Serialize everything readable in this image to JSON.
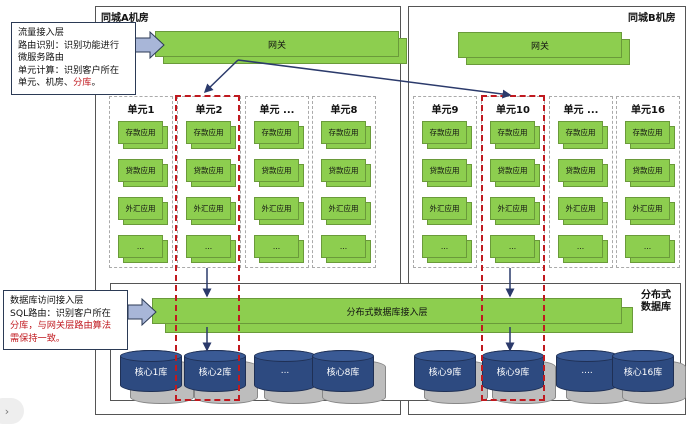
{
  "rooms": {
    "a": {
      "title": "同城A机房",
      "gateway": "网关",
      "units": [
        {
          "title": "单元1",
          "highlight": false
        },
        {
          "title": "单元2",
          "highlight": true
        },
        {
          "title": "单元 ...",
          "highlight": false
        },
        {
          "title": "单元8",
          "highlight": false
        }
      ],
      "dbs": [
        "核心1库",
        "核心2库",
        "...",
        "核心8库"
      ]
    },
    "b": {
      "title": "同城B机房",
      "gateway": "网关",
      "units": [
        {
          "title": "单元9",
          "highlight": false
        },
        {
          "title": "单元10",
          "highlight": true
        },
        {
          "title": "单元 ...",
          "highlight": false
        },
        {
          "title": "单元16",
          "highlight": false
        }
      ],
      "dbs": [
        "核心9库",
        "核心9库",
        "....",
        "核心16库"
      ]
    }
  },
  "apps": [
    "存款应用",
    "贷款应用",
    "外汇应用",
    "..."
  ],
  "db_layer": {
    "label": "分布式数据库接入层",
    "tier_title_1": "分布式",
    "tier_title_2": "数据库"
  },
  "notes": {
    "traffic": {
      "line1": "流量接入层",
      "line2": "路由识别：识别功能进行",
      "line3": "微服务路由",
      "line4": "单元计算：识别客户所在",
      "line5a": "单元、机房、",
      "line5b": "分库",
      "line5c": "。"
    },
    "db": {
      "line1": "数据库访问接入层",
      "line2": "SQL路由：识别客户所在",
      "line3": "分库，与网关层路由算法",
      "line4": "需保持一致。"
    }
  },
  "nav": {
    "next_icon": "›"
  },
  "colors": {
    "green": "#8dce4f",
    "navy": "#2d4a80",
    "red": "#c0191f"
  }
}
